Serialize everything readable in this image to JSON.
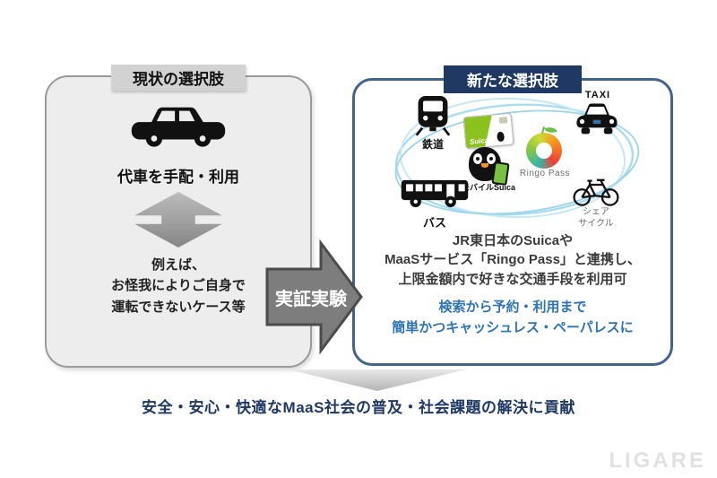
{
  "colors": {
    "navy": "#1f3864",
    "highlight_blue": "#2e74b5",
    "panel_border_blue": "#42638a",
    "left_header_gray": "#d2d2d2",
    "left_panel_bg": "#ededed",
    "arrow_gray": "#7d7d7d",
    "ring_light_blue": "#a5d8ee",
    "suica_green": "#8cc21e",
    "ringo_orange": "#f7941d",
    "ringo_red": "#ef4136",
    "ringo_teal": "#35b6a8"
  },
  "left_panel": {
    "header": "現状の選択肢",
    "option_label": "代車を手配・利用",
    "example_lines": [
      "例えば、",
      "お怪我によりご自身で",
      "運転できないケース等"
    ]
  },
  "transition": {
    "label": "実証実験"
  },
  "right_panel": {
    "header": "新たな選択肢",
    "labels": {
      "train": "鉄道",
      "taxi": "TAXI",
      "bus": "バス",
      "share_cycle_line1": "シェア",
      "share_cycle_line2": "サイクル",
      "suica_card": "Suica",
      "mobile_suica": "モバイルSuica",
      "ringo_pass": "Ringo Pass"
    },
    "description_lines": [
      "JR東日本のSuicaや",
      "MaaSサービス「Ringo Pass」と連携し、",
      "上限金額内で好きな交通手段を利用可"
    ],
    "highlight_lines": [
      "検索から予約・利用まで",
      "簡単かつキャッシュレス・ペーパレスに"
    ]
  },
  "footer": {
    "message": "安全・安心・快適なMaaS社会の普及・社会課題の解決に貢献",
    "watermark": "LIGARE"
  }
}
